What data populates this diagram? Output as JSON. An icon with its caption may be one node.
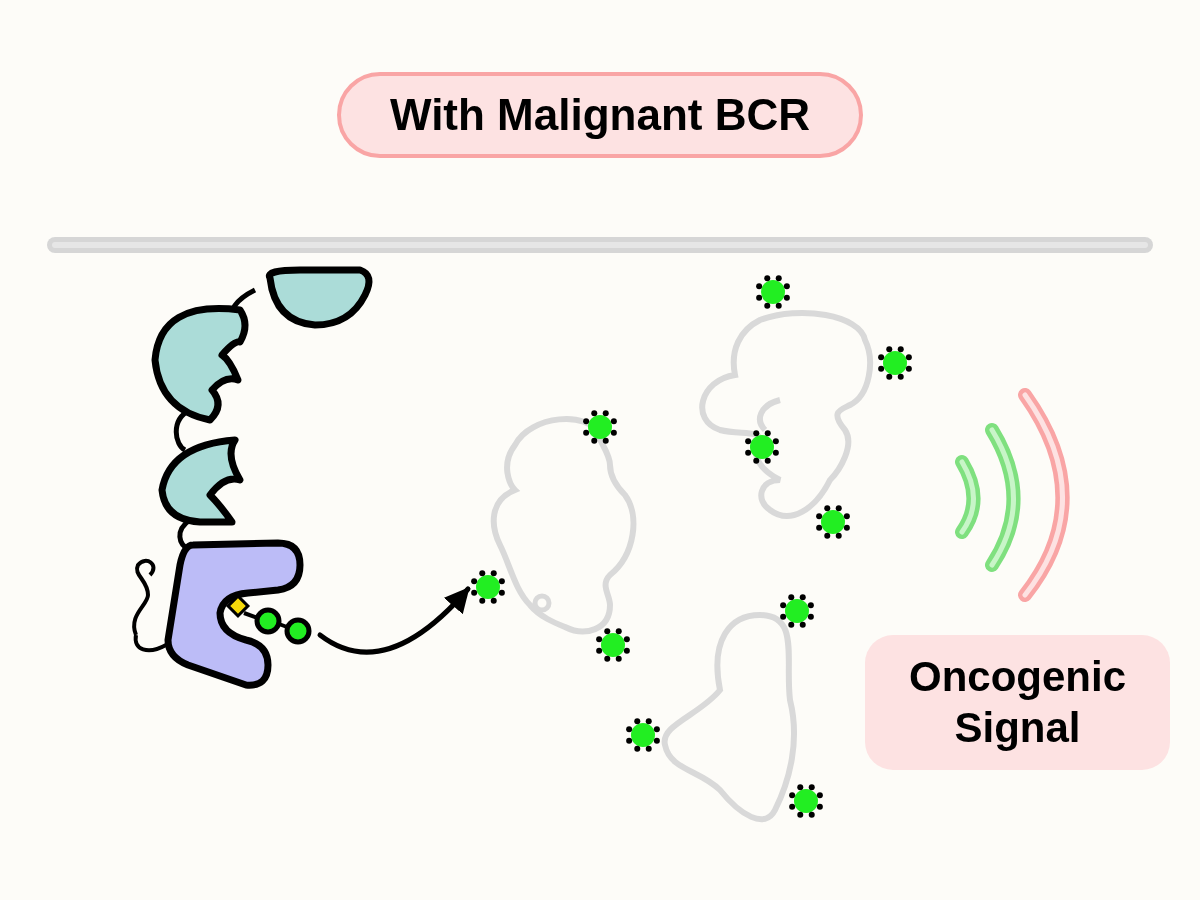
{
  "diagram": {
    "title": "With Malignant BCR",
    "nodes": [
      {
        "text": [],
        "shape": "picture"
      },
      {
        "text": [],
        "shape": "picture"
      },
      {
        "text": [
          "Oncogenic Signal"
        ]
      }
    ],
    "edges": [
      {
        "from": 0,
        "to": 1,
        "arrow": "to"
      }
    ]
  }
}
